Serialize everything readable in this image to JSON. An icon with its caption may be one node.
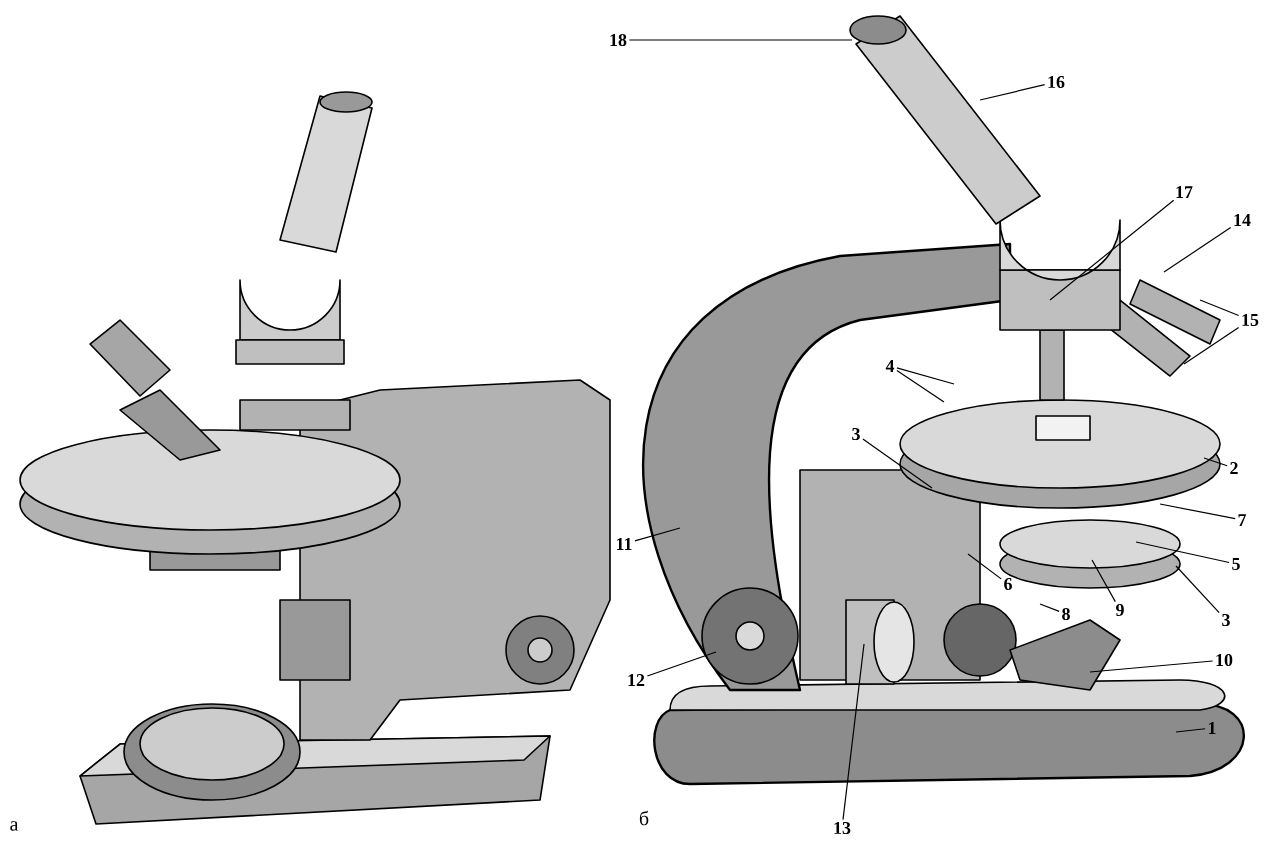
{
  "diagram": {
    "nodes": [
      {
        "text": [
          "18"
        ]
      },
      {
        "text": [
          "16"
        ]
      },
      {
        "text": [
          "17"
        ]
      },
      {
        "text": [
          "14"
        ]
      },
      {
        "text": [
          "15"
        ]
      },
      {
        "text": [
          "4"
        ]
      },
      {
        "text": [
          "3"
        ]
      },
      {
        "text": [
          "2"
        ]
      },
      {
        "text": [
          "7"
        ]
      },
      {
        "text": [
          "5"
        ]
      },
      {
        "text": [
          "3"
        ]
      },
      {
        "text": [
          "9"
        ]
      },
      {
        "text": [
          "6"
        ]
      },
      {
        "text": [
          "8"
        ]
      },
      {
        "text": [
          "10"
        ]
      },
      {
        "text": [
          "1"
        ]
      },
      {
        "text": [
          "11"
        ]
      },
      {
        "text": [
          "12"
        ]
      },
      {
        "text": [
          "13"
        ]
      }
    ],
    "edges": [
      {
        "from": 0,
        "to": null,
        "arrow": "none"
      },
      {
        "from": 1,
        "to": null,
        "arrow": "none"
      },
      {
        "from": 2,
        "to": null,
        "arrow": "none"
      },
      {
        "from": 3,
        "to": null,
        "arrow": "none"
      },
      {
        "from": 4,
        "to": null,
        "arrow": "none"
      },
      {
        "from": 4,
        "to": null,
        "arrow": "none"
      },
      {
        "from": 5,
        "to": null,
        "arrow": "none"
      },
      {
        "from": 5,
        "to": null,
        "arrow": "none"
      },
      {
        "from": 6,
        "to": null,
        "arrow": "none"
      },
      {
        "from": 7,
        "to": null,
        "arrow": "none"
      },
      {
        "from": 8,
        "to": null,
        "arrow": "none"
      },
      {
        "from": 9,
        "to": null,
        "arrow": "none"
      },
      {
        "from": 10,
        "to": null,
        "arrow": "none"
      },
      {
        "from": 11,
        "to": null,
        "arrow": "none"
      },
      {
        "from": 12,
        "to": null,
        "arrow": "none"
      },
      {
        "from": 13,
        "to": null,
        "arrow": "none"
      },
      {
        "from": 14,
        "to": null,
        "arrow": "none"
      },
      {
        "from": 15,
        "to": null,
        "arrow": "none"
      },
      {
        "from": 16,
        "to": null,
        "arrow": "none"
      },
      {
        "from": 17,
        "to": null,
        "arrow": "none"
      },
      {
        "from": 18,
        "to": null,
        "arrow": "none"
      }
    ],
    "labels": [
      "а",
      "б"
    ]
  }
}
